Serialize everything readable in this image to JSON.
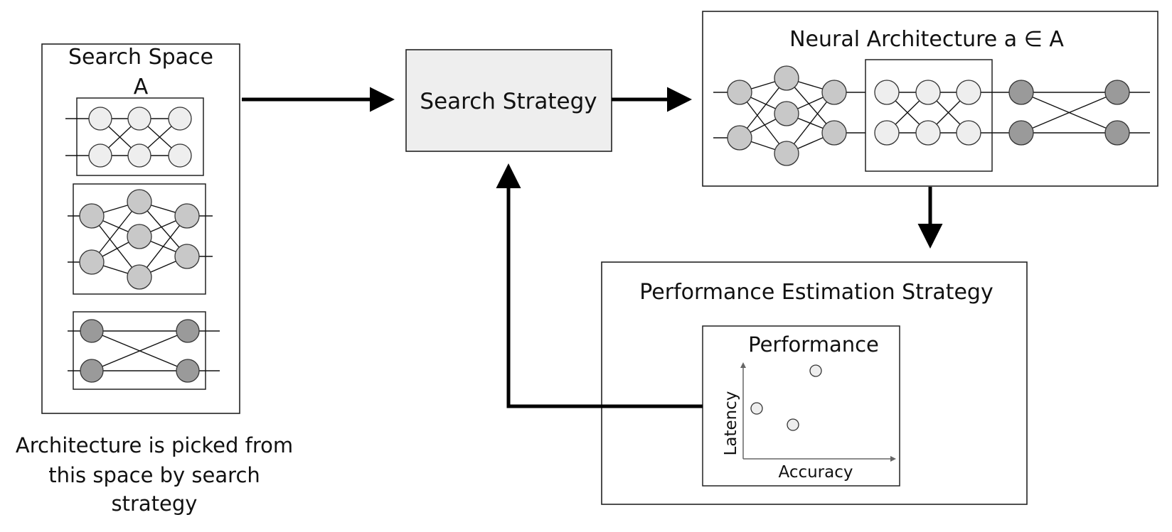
{
  "search_space": {
    "title_line1": "Search Space",
    "title_line2": "A"
  },
  "caption": {
    "line1": "Architecture is picked from",
    "line2": "this space by search",
    "line3": "strategy"
  },
  "search_strategy": {
    "label": "Search Strategy"
  },
  "neural_architecture": {
    "title": "Neural Architecture a ∈ A"
  },
  "performance_estimation": {
    "title": "Performance Estimation Strategy",
    "plot": {
      "title": "Performance",
      "xlabel": "Accuracy",
      "ylabel": "Latency"
    }
  },
  "colors": {
    "node_light": "#eeeeee",
    "node_mid": "#c8c8c8",
    "node_dark": "#9a9a9a",
    "strategy_fill": "#eeeeee"
  }
}
